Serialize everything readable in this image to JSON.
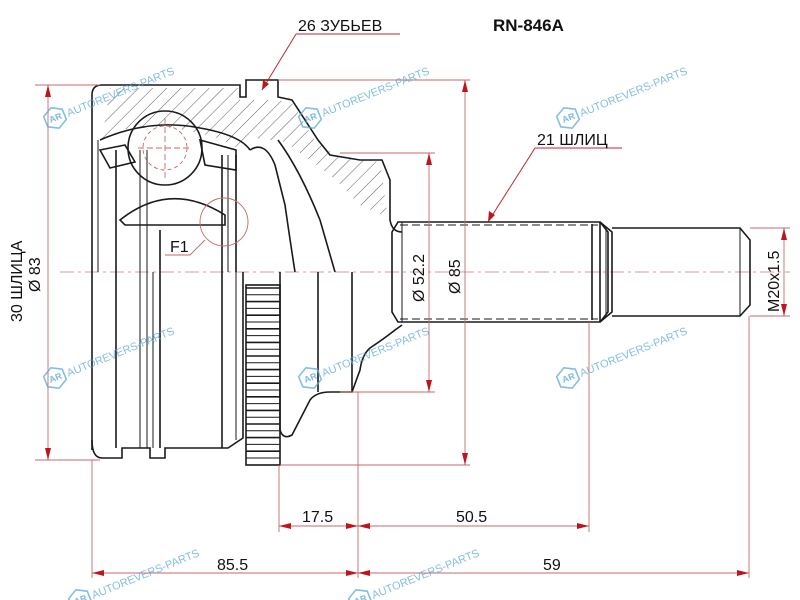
{
  "drawing": {
    "part_number": "RN-846A",
    "labels": {
      "outer_teeth": "26 ЗУБЬЕВ",
      "shaft_splines": "21 ШЛИЦ",
      "inner_splines": "30 ШЛИЦА",
      "inner_diameter": "Ø 83",
      "seal_diameter": "Ø 52.2",
      "outer_diameter": "Ø 85",
      "thread": "M20x1.5",
      "detail_ref": "F1"
    },
    "dimensions": {
      "abs_ring_offset": "17.5",
      "shaft_length": "50.5",
      "housing_length": "85.5",
      "stub_length": "59"
    },
    "watermark": {
      "text": "AUTOREVERS-PARTS",
      "logo": "AR"
    },
    "colors": {
      "outline": "#1a1a1a",
      "dimension": "#c0272d",
      "watermark": "#5aa9d8"
    }
  }
}
